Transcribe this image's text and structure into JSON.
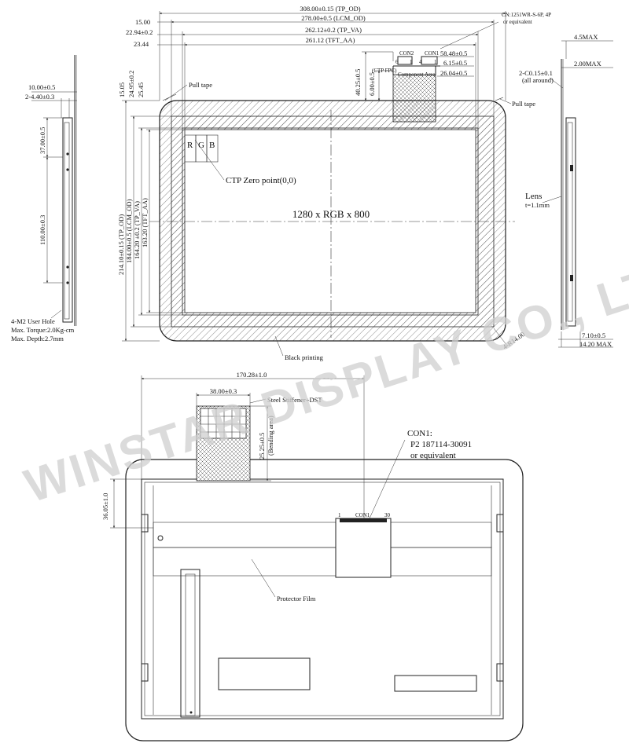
{
  "top_dims": {
    "tp_od": "308.00±0.15 (TP_OD)",
    "lcm_od": "278.00±0.5 (LCM_OD)",
    "tp_va": "262.12±0.2 (TP_VA)",
    "tft_aa": "261.12 (TFT_AA)",
    "off_15": "15.00",
    "off_2294": "22.94±0.2",
    "off_2344": "23.44"
  },
  "connector_note": {
    "line1": "CN:1251WR-S-6P, 4P",
    "line2": "or equivalent"
  },
  "ctp_fpc": {
    "label": "(CTP FPC)",
    "con2": "CON2",
    "con1": "CON1",
    "pin6": "6",
    "pin1": "1",
    "pin4": "4",
    "pin1b": "1",
    "component_area": "Component Area",
    "d5848": "58.48±0.5",
    "d615": "6.15±0.5",
    "d2604": "26.04±0.5",
    "d4025": "40.25±0.5",
    "d600": "6.00±0.5"
  },
  "left_vertical_dims": {
    "d1505": "15.05",
    "d2495": "24.95±0.2",
    "d2545": "25.45",
    "tp_od": "214.10±0.15 (TP_OD)",
    "lcm_od": "184.00±0.5 (LCM_OD)",
    "tp_va": "164.20 ±0.2 (TP_VA)",
    "tft_aa": "163.20 (TFT_AA)"
  },
  "front_labels": {
    "pull_tape_left": "Pull tape",
    "pull_tape_right": "Pull tape",
    "r": "R",
    "g": "G",
    "b": "B",
    "zero_point": "CTP Zero point(0,0)",
    "resolution": "1280 x RGB x 800",
    "radius": "4-R14.00",
    "black_printing": "Black printing"
  },
  "left_side": {
    "d1000": "10.00±0.5",
    "d440": "2-4.40±0.3",
    "d3700": "37.00±0.5",
    "d11000": "110.00±0.3",
    "hole1": "4-M2 User Hole",
    "hole2": "Max. Torque:2.0Kg-cm",
    "hole3": "Max. Depth:2.7mm"
  },
  "right_side": {
    "d45": "4.5MAX",
    "d200": "2.00MAX",
    "chamfer1": "2-C0.15±0.1",
    "chamfer2": "(all around)",
    "lens": "Lens",
    "lens_t": "t=1.1mm",
    "d710": "7.10±0.5",
    "d1420": "14.20 MAX"
  },
  "back_view": {
    "d17028": "170.28±1.0",
    "d3800": "38.00±0.3",
    "stiffener": "Steel Stiffener+DST",
    "d2525": "25.25±0.5",
    "bending": "(Bending area)",
    "con1_title": "CON1:",
    "con1_part": "P2 187114-30091",
    "con1_equiv": "or equivalent",
    "d3605": "36.05±1.0",
    "pin1": "1",
    "con1_label": "CON1",
    "pin30": "30",
    "protector": "Protector Film"
  },
  "watermark": "WINSTAR DISPLAY CO., LTD."
}
